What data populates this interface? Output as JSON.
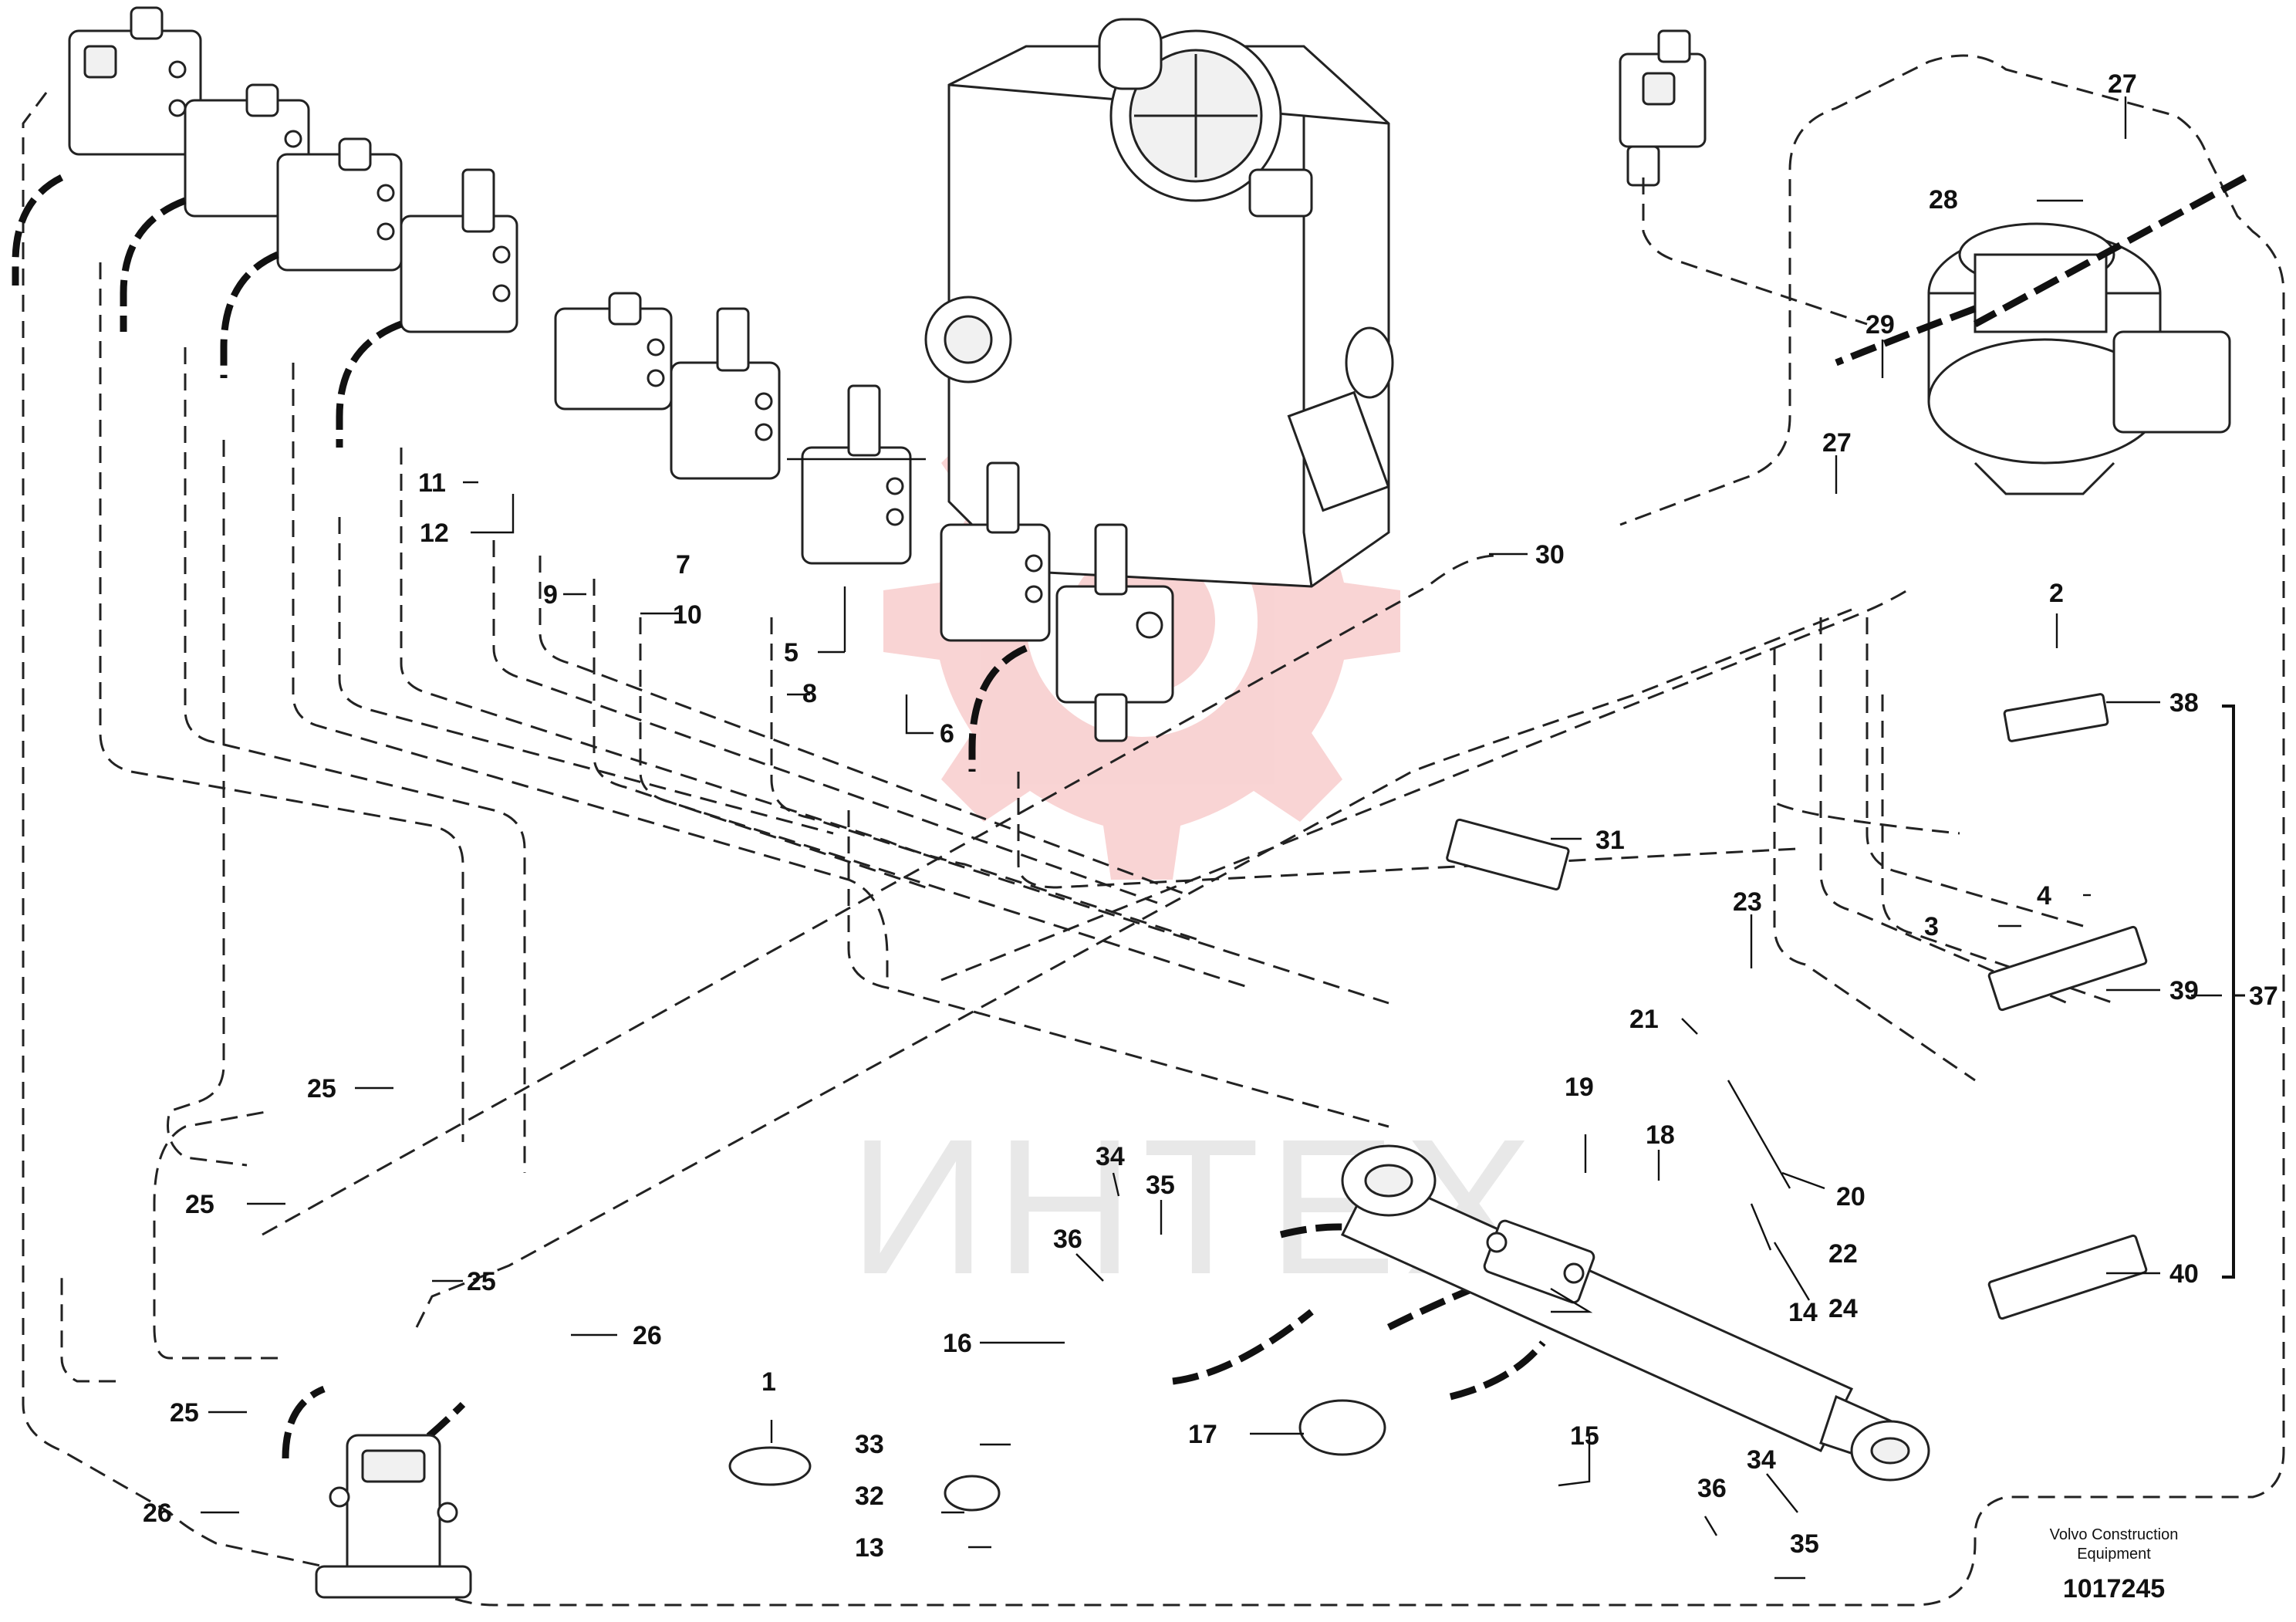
{
  "callouts": [
    {
      "label": "1"
    },
    {
      "label": "2"
    },
    {
      "label": "3"
    },
    {
      "label": "4"
    },
    {
      "label": "5"
    },
    {
      "label": "6"
    },
    {
      "label": "7"
    },
    {
      "label": "8"
    },
    {
      "label": "9"
    },
    {
      "label": "10"
    },
    {
      "label": "11"
    },
    {
      "label": "12"
    },
    {
      "label": "13"
    },
    {
      "label": "14"
    },
    {
      "label": "15"
    },
    {
      "label": "16"
    },
    {
      "label": "17"
    },
    {
      "label": "18"
    },
    {
      "label": "19"
    },
    {
      "label": "20"
    },
    {
      "label": "21"
    },
    {
      "label": "22"
    },
    {
      "label": "23"
    },
    {
      "label": "24"
    },
    {
      "label": "25"
    },
    {
      "label": "25"
    },
    {
      "label": "25"
    },
    {
      "label": "25"
    },
    {
      "label": "26"
    },
    {
      "label": "26"
    },
    {
      "label": "27"
    },
    {
      "label": "27"
    },
    {
      "label": "28"
    },
    {
      "label": "29"
    },
    {
      "label": "30"
    },
    {
      "label": "31"
    },
    {
      "label": "32"
    },
    {
      "label": "33"
    },
    {
      "label": "34"
    },
    {
      "label": "34"
    },
    {
      "label": "35"
    },
    {
      "label": "35"
    },
    {
      "label": "36"
    },
    {
      "label": "36"
    },
    {
      "label": "37"
    },
    {
      "label": "38"
    },
    {
      "label": "39"
    },
    {
      "label": "40"
    }
  ],
  "manufacturer_line1": "Volvo Construction",
  "manufacturer_line2": "Equipment",
  "drawing_number": "1017245",
  "watermark_text": "ИНТЕХ",
  "colors": {
    "line": "#111111",
    "watermark_text": "#d6d6d6",
    "watermark_gear": "#e23a3a"
  },
  "icons": {
    "watermark": "gear-logo-icon"
  }
}
